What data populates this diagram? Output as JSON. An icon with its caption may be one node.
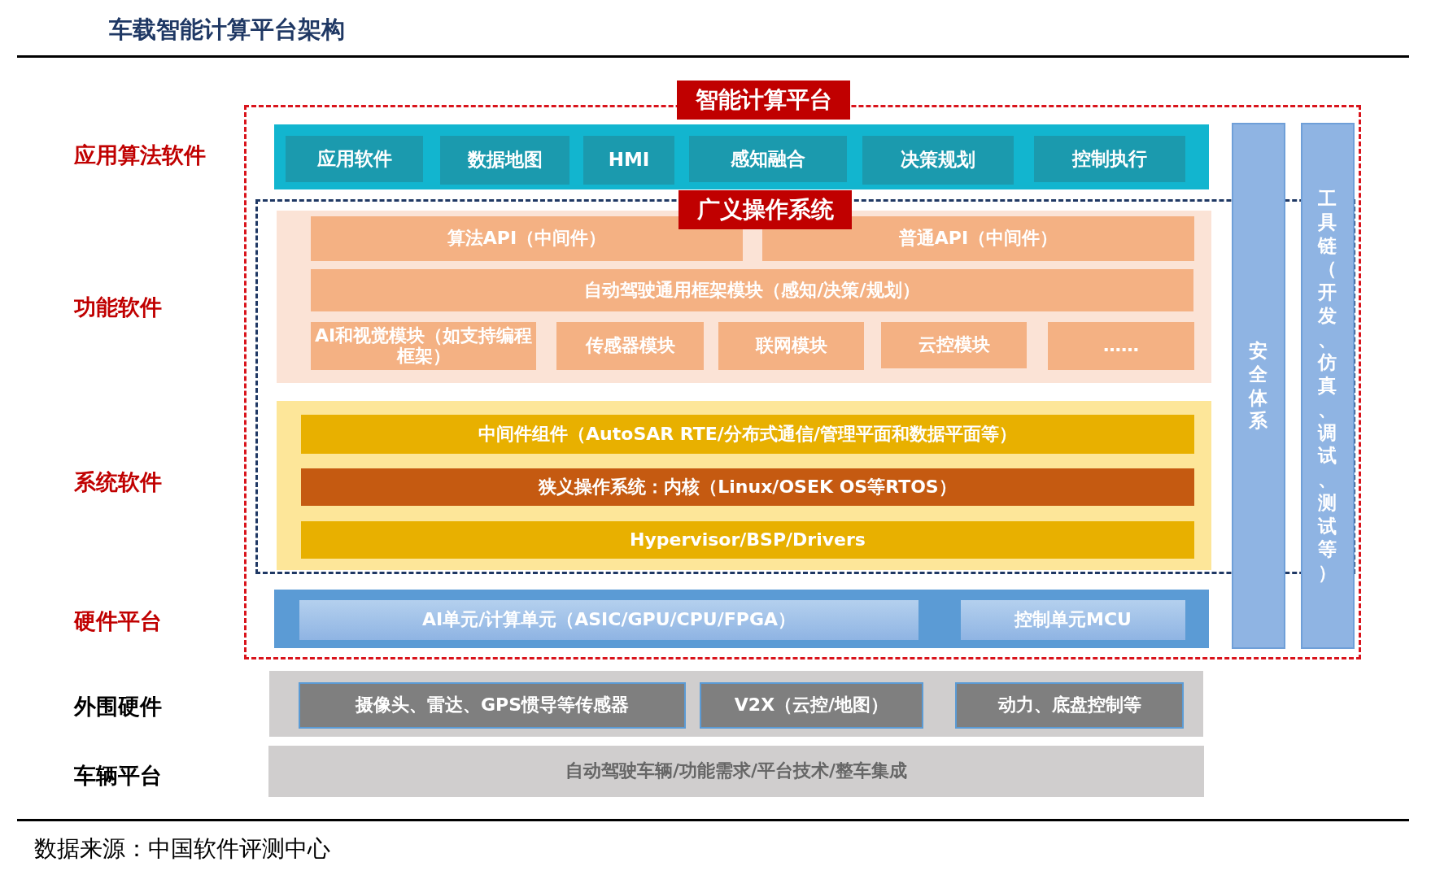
{
  "diagram": {
    "title": "车载智能计算平台架构",
    "caption": "数据来源：中国软件评测中心",
    "nodes": [
      {
        "text": [
          "智能计算平台"
        ]
      },
      {
        "text": [],
        "shape": "box",
        "in": 0
      },
      {
        "text": [
          "应用软件"
        ],
        "in": 1
      },
      {
        "text": [
          "数据地图"
        ],
        "in": 1
      },
      {
        "text": [
          "HMI"
        ],
        "in": 1
      },
      {
        "text": [
          "感知融合"
        ],
        "in": 1
      },
      {
        "text": [
          "决策规划"
        ],
        "in": 1
      },
      {
        "text": [
          "控制执行"
        ],
        "in": 1
      },
      {
        "text": [
          "广义操作系统"
        ],
        "in": 0
      },
      {
        "text": [],
        "shape": "box",
        "in": 8
      },
      {
        "text": [
          "算法API（中间件）"
        ],
        "in": 9
      },
      {
        "text": [
          "普通API（中间件）"
        ],
        "in": 9
      },
      {
        "text": [
          "自动驾驶通用框架模块（感知/决策/规划）"
        ],
        "in": 9
      },
      {
        "text": [
          "AI和视觉模块（如支持编程框架）"
        ],
        "in": 9
      },
      {
        "text": [
          "传感器模块"
        ],
        "in": 9
      },
      {
        "text": [
          "联网模块"
        ],
        "in": 9
      },
      {
        "text": [
          "云控模块"
        ],
        "in": 9
      },
      {
        "text": [
          "……"
        ],
        "in": 9
      },
      {
        "text": [],
        "shape": "box",
        "in": 8
      },
      {
        "text": [
          "中间件组件（AutoSAR RTE/分布式通信/管理平面和数据平面等）"
        ],
        "in": 18
      },
      {
        "text": [
          "狭义操作系统：内核（Linux/OSEK OS等RTOS）"
        ],
        "in": 18
      },
      {
        "text": [
          "Hypervisor/BSP/Drivers"
        ],
        "in": 18
      },
      {
        "text": [],
        "shape": "box",
        "in": 0
      },
      {
        "text": [
          "AI单元/计算单元（ASIC/GPU/CPU/FPGA）"
        ],
        "in": 22
      },
      {
        "text": [
          "控制单元MCU"
        ],
        "in": 22
      },
      {
        "text": [
          "安全体系"
        ],
        "in": 0
      },
      {
        "text": [
          "工具链（开发、仿真、调试、测试等）"
        ],
        "in": 0
      },
      {
        "text": [],
        "shape": "box"
      },
      {
        "text": [
          "摄像头、雷达、GPS惯导等传感器"
        ],
        "in": 27
      },
      {
        "text": [
          "V2X（云控/地图）"
        ],
        "in": 27
      },
      {
        "text": [
          "动力、底盘控制等"
        ],
        "in": 27
      },
      {
        "text": [
          "自动驾驶车辆/功能需求/平台技术/整车集成"
        ]
      }
    ],
    "labels": [
      "应用算法软件",
      "功能软件",
      "系统软件",
      "硬件平台",
      "外围硬件",
      "车辆平台"
    ]
  }
}
